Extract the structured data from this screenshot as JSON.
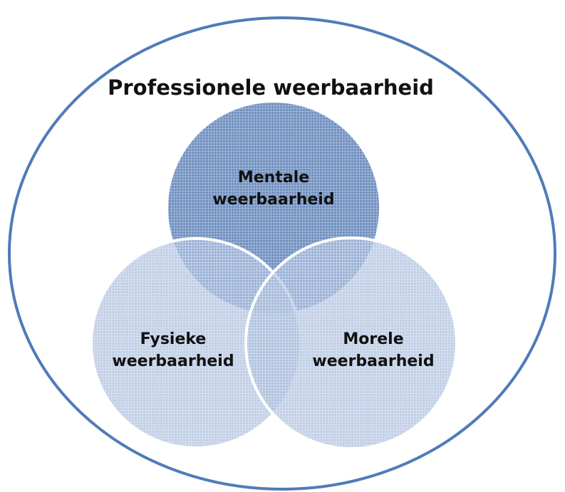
{
  "title": "Professionele weerbaarheid",
  "circles": [
    {
      "line1": "Mentale",
      "line2": "weerbaarheid"
    },
    {
      "line1": "Fysieke",
      "line2": "weerbaarheid"
    },
    {
      "line1": "Morele",
      "line2": "weerbaarheid"
    }
  ],
  "colors": {
    "outline": "#4f7bb8",
    "top": "#6f8fc0",
    "lower": "#a9bddc"
  }
}
